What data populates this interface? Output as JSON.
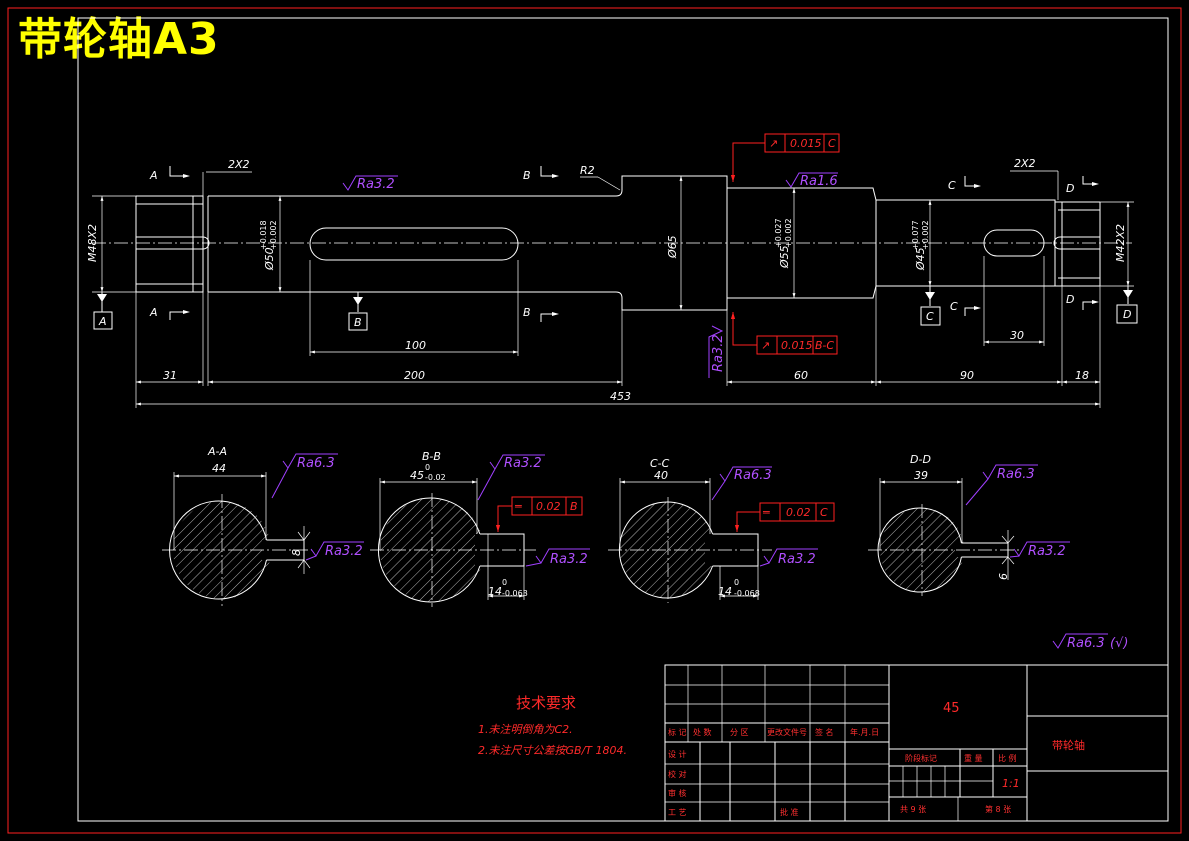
{
  "title": "带轮轴A3",
  "colors": {
    "frame": "#ff2020",
    "line": "#ffffff",
    "title": "#ffff00",
    "roughness": "#b050ff",
    "tolerance": "#ff2020"
  },
  "section_markers": {
    "A": "A",
    "B": "B",
    "C": "C",
    "D": "D"
  },
  "chamfers": {
    "left": "2X2",
    "right": "2X2"
  },
  "radius_label": "R2",
  "threads": {
    "left": "M48X2",
    "right": "M42X2"
  },
  "diameters": {
    "d50": "Ø50",
    "d65": "Ø65",
    "d55": "Ø55",
    "d45": "Ø45"
  },
  "tolerances": {
    "d50": {
      "upper": "+0.018",
      "lower": "+0.002"
    },
    "d55": {
      "upper": "+0.027",
      "lower": "+0.002"
    },
    "d45": {
      "upper": "+0.077",
      "lower": "+0.002"
    }
  },
  "roughness": {
    "main_left": "Ra3.2",
    "main_right": "Ra1.6",
    "shoulder": "Ra3.2",
    "aa_top": "Ra6.3",
    "aa_side": "Ra3.2",
    "bb_top": "Ra3.2",
    "bb_side": "Ra3.2",
    "cc_top": "Ra6.3",
    "cc_side": "Ra3.2",
    "dd_top": "Ra6.3",
    "dd_side": "Ra3.2",
    "general": "Ra6.3",
    "general_suffix": "(√)"
  },
  "gdt": {
    "top": {
      "symbol": "↗",
      "value": "0.015",
      "datum": "C"
    },
    "bottom": {
      "symbol": "↗",
      "value": "0.015",
      "datum": "B-C"
    },
    "bb": {
      "symbol": "═",
      "value": "0.02",
      "datum": "B"
    },
    "cc": {
      "symbol": "═",
      "value": "0.02",
      "datum": "C"
    }
  },
  "datums": {
    "A": "A",
    "B": "B",
    "C": "C",
    "D": "D"
  },
  "dimensions": {
    "d31": "31",
    "d200": "200",
    "d100": "100",
    "d453": "453",
    "d60": "60",
    "d90": "90",
    "d18": "18",
    "d30": "30"
  },
  "sections": {
    "aa": {
      "label": "A-A",
      "width": "44",
      "key": "8"
    },
    "bb": {
      "label": "B-B",
      "width": "45",
      "width_tol": "-0.02",
      "width_tol_upper": "0",
      "key": "14",
      "key_tol": "-0.063",
      "key_tol_upper": "0"
    },
    "cc": {
      "label": "C-C",
      "width": "40",
      "key": "14",
      "key_tol": "-0.068",
      "key_tol_upper": "0"
    },
    "dd": {
      "label": "D-D",
      "width": "39",
      "key": "6"
    }
  },
  "tech_req": {
    "heading": "技术要求",
    "line1": "1.未注明倒角为C2.",
    "line2": "2.未注尺寸公差按GB/T 1804."
  },
  "title_block": {
    "material": "45",
    "part_name": "带轮轴",
    "scale": "1:1",
    "row_header": [
      "标 记",
      "处 数",
      "分 区",
      "更改文件号",
      "签 名",
      "年.月.日"
    ],
    "left_labels": [
      "设 计",
      "校 对",
      "审 核",
      "工 艺"
    ],
    "stage_labels": [
      "阶段标记",
      "重 量",
      "比 例"
    ],
    "approve": "批 准",
    "sheets_total": "共 9 张",
    "sheet_no": "第 8 张"
  }
}
